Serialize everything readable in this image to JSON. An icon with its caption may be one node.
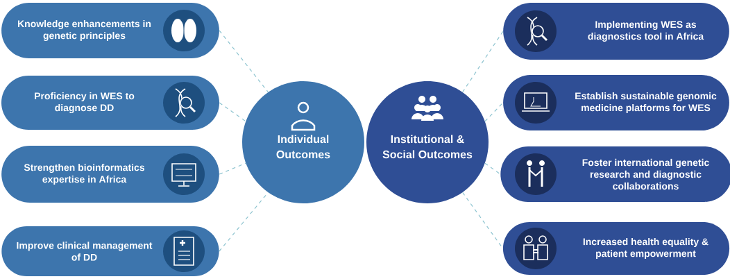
{
  "diagram": {
    "nodes": [
      {
        "text": [
          "Knowledge enhancements in genetic principles"
        ]
      },
      {
        "text": [
          "Proficiency in WES to diagnose DD"
        ]
      },
      {
        "text": [
          "Strengthen bioinformatics expertise in Africa"
        ]
      },
      {
        "text": [
          "Improve clinical management of DD"
        ]
      },
      {
        "text": [
          "Individual Outcomes"
        ]
      },
      {
        "text": [
          "Institutional & Social Outcomes"
        ]
      },
      {
        "text": [
          "Implementing WES as diagnostics tool in Africa"
        ]
      },
      {
        "text": [
          "Establish sustainable genomic medicine platforms for WES"
        ]
      },
      {
        "text": [
          "Foster international genetic research and diagnostic collaborations"
        ]
      },
      {
        "text": [
          "Increased health equality & patient empowerment"
        ]
      }
    ],
    "edges": [
      {
        "from": 0,
        "to": 4,
        "arrow": "none",
        "style": "dashed"
      },
      {
        "from": 1,
        "to": 4,
        "arrow": "none",
        "style": "dashed"
      },
      {
        "from": 2,
        "to": 4,
        "arrow": "none",
        "style": "dashed"
      },
      {
        "from": 3,
        "to": 4,
        "arrow": "none",
        "style": "dashed"
      },
      {
        "from": 5,
        "to": 6,
        "arrow": "none",
        "style": "dashed"
      },
      {
        "from": 5,
        "to": 7,
        "arrow": "none",
        "style": "dashed"
      },
      {
        "from": 5,
        "to": 8,
        "arrow": "none",
        "style": "dashed"
      },
      {
        "from": 5,
        "to": 9,
        "arrow": "none",
        "style": "dashed"
      }
    ]
  }
}
